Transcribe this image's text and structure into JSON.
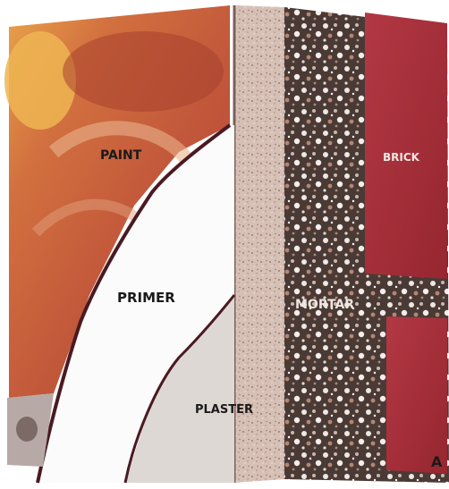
{
  "diagram": {
    "labels": {
      "paint": "PAINT",
      "primer": "PRIMER",
      "plaster": "PLASTER",
      "mortar": "MORTAR",
      "brick": "BRICK"
    },
    "figure_letter": "A",
    "colors": {
      "paint": "#c0553a",
      "paint_highlight": "#e8a24a",
      "primer": "#fbfbfb",
      "plaster": "#d8c3bb",
      "mortar": "#5a4a44",
      "brick": "#a8303a",
      "outline": "#4a1a22"
    }
  }
}
